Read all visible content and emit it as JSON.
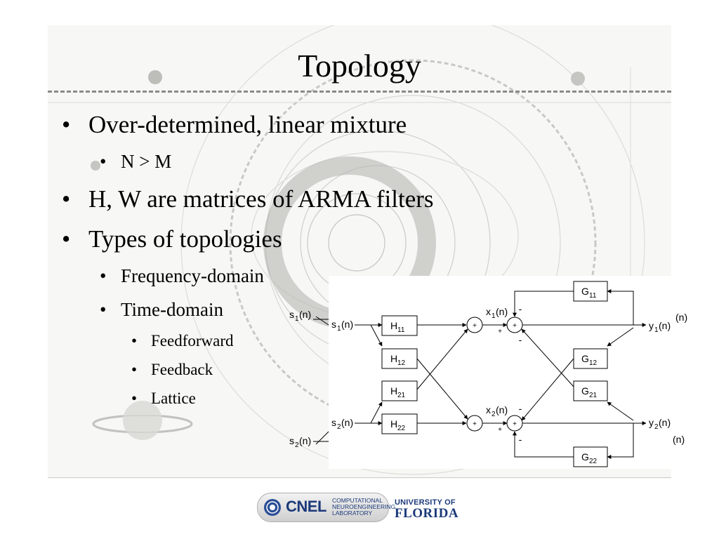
{
  "slide": {
    "title": "Topology",
    "bullets": [
      {
        "level": 1,
        "text": "Over-determined, linear mixture"
      },
      {
        "level": 2,
        "text": "N > M"
      },
      {
        "level": 1,
        "text": "H, W are matrices of ARMA filters"
      },
      {
        "level": 1,
        "text": "Types of topologies"
      },
      {
        "level": 2,
        "text": "Frequency-domain"
      },
      {
        "level": 2,
        "text": "Time-domain"
      },
      {
        "level": 3,
        "text": "Feedforward"
      },
      {
        "level": 3,
        "text": "Feedback"
      },
      {
        "level": 3,
        "text": "Lattice"
      }
    ],
    "bullet_glyph": "•"
  },
  "diagram": {
    "source_1": "s",
    "source_1_sub": "1",
    "source_1_tail": "(n)",
    "source_2": "s",
    "source_2_sub": "2",
    "source_2_tail": "(n)",
    "mix_boxes": [
      {
        "main": "H",
        "sub": "11"
      },
      {
        "main": "H",
        "sub": "12"
      },
      {
        "main": "H",
        "sub": "21"
      },
      {
        "main": "H",
        "sub": "22"
      }
    ],
    "demix_boxes": [
      {
        "main": "G",
        "sub": "11"
      },
      {
        "main": "G",
        "sub": "12"
      },
      {
        "main": "G",
        "sub": "21"
      },
      {
        "main": "G",
        "sub": "22"
      }
    ],
    "mixture_1": "x",
    "mixture_1_sub": "1",
    "mixture_1_tail": "(n)",
    "mixture_2": "x",
    "mixture_2_sub": "2",
    "mixture_2_tail": "(n)",
    "output_1": "y",
    "output_1_sub": "1",
    "output_1_tail": "(n)",
    "output_2": "y",
    "output_2_sub": "2",
    "output_2_tail": "(n)",
    "output_1_extra": "(n)",
    "output_2_extra": "(n)",
    "plus": "+",
    "minus": "-"
  },
  "footer": {
    "lab_abbrev": "CNEL",
    "lab_line_1": "COMPUTATIONAL",
    "lab_line_2": "NEUROENGINEERING",
    "lab_line_3": "LABORATORY",
    "university_line_1": "UNIVERSITY OF",
    "university_line_2": "FLORIDA"
  },
  "colors": {
    "background_panel": "#f7f7f5",
    "divider": "#8a8a8a",
    "logo_blue": "#1c3a7a"
  }
}
